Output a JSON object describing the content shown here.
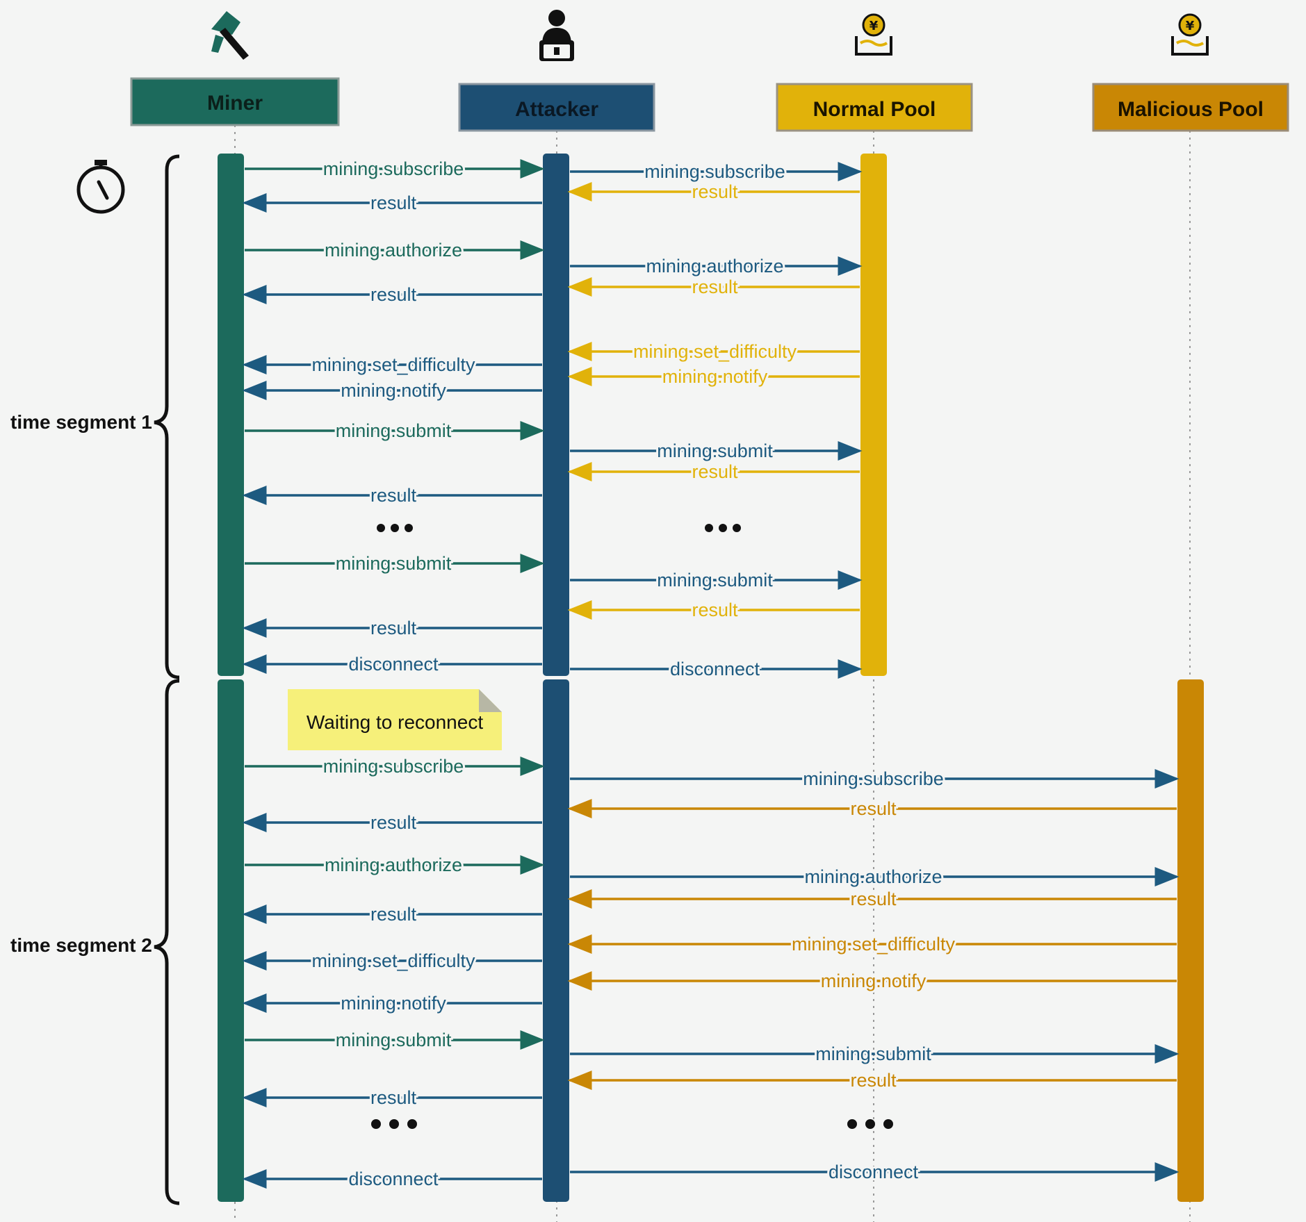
{
  "participants": [
    {
      "id": "miner",
      "label": "Miner",
      "fill": "#1c6a5c",
      "text_color": "#0b1f1a",
      "icon": "pickaxe-icon"
    },
    {
      "id": "attacker",
      "label": "Attacker",
      "fill": "#1d4f73",
      "text_color": "#0a1824",
      "icon": "hacker-laptop-icon"
    },
    {
      "id": "normal",
      "label": "Normal Pool",
      "fill": "#e1b20a",
      "text_color": "#1a1400",
      "icon": "yuan-pool-icon"
    },
    {
      "id": "malicious",
      "label": "Malicious Pool",
      "fill": "#c98705",
      "text_color": "#1a1200",
      "icon": "yuan-pool-icon"
    }
  ],
  "segments": [
    {
      "label": "time segment 1"
    },
    {
      "label": "time segment 2"
    }
  ],
  "note": {
    "text": "Waiting to reconnect"
  },
  "colors": {
    "miner": "#1c6a5c",
    "attacker": "#1d5a80",
    "normal": "#e1b20a",
    "malicious": "#c98705"
  },
  "messages": [
    {
      "label": "mining.subscribe",
      "from": "miner",
      "to": "attacker"
    },
    {
      "label": "mining.subscribe",
      "from": "attacker",
      "to": "normal"
    },
    {
      "label": "result",
      "from": "normal",
      "to": "attacker"
    },
    {
      "label": "result",
      "from": "attacker",
      "to": "miner"
    },
    {
      "label": "mining.authorize",
      "from": "miner",
      "to": "attacker"
    },
    {
      "label": "mining.authorize",
      "from": "attacker",
      "to": "normal"
    },
    {
      "label": "result",
      "from": "normal",
      "to": "attacker"
    },
    {
      "label": "result",
      "from": "attacker",
      "to": "miner"
    },
    {
      "label": "mining.set_difficulty",
      "from": "normal",
      "to": "attacker"
    },
    {
      "label": "mining.set_difficulty",
      "from": "attacker",
      "to": "miner"
    },
    {
      "label": "mining.notify",
      "from": "normal",
      "to": "attacker"
    },
    {
      "label": "mining.notify",
      "from": "attacker",
      "to": "miner"
    },
    {
      "label": "mining.submit",
      "from": "miner",
      "to": "attacker"
    },
    {
      "label": "mining.submit",
      "from": "attacker",
      "to": "normal"
    },
    {
      "label": "result",
      "from": "normal",
      "to": "attacker"
    },
    {
      "label": "result",
      "from": "attacker",
      "to": "miner"
    },
    {
      "label": "mining.submit",
      "from": "miner",
      "to": "attacker"
    },
    {
      "label": "mining.submit",
      "from": "attacker",
      "to": "normal"
    },
    {
      "label": "result",
      "from": "normal",
      "to": "attacker"
    },
    {
      "label": "result",
      "from": "attacker",
      "to": "miner"
    },
    {
      "label": "disconnect",
      "from": "attacker",
      "to": "miner"
    },
    {
      "label": "disconnect",
      "from": "attacker",
      "to": "normal"
    },
    {
      "label": "mining.subscribe",
      "from": "miner",
      "to": "attacker"
    },
    {
      "label": "mining.subscribe",
      "from": "attacker",
      "to": "malicious"
    },
    {
      "label": "result",
      "from": "malicious",
      "to": "attacker"
    },
    {
      "label": "result",
      "from": "attacker",
      "to": "miner"
    },
    {
      "label": "mining.authorize",
      "from": "miner",
      "to": "attacker"
    },
    {
      "label": "mining.authorize",
      "from": "attacker",
      "to": "malicious"
    },
    {
      "label": "result",
      "from": "malicious",
      "to": "attacker"
    },
    {
      "label": "result",
      "from": "attacker",
      "to": "miner"
    },
    {
      "label": "mining.set_difficulty",
      "from": "malicious",
      "to": "attacker"
    },
    {
      "label": "mining.set_difficulty",
      "from": "attacker",
      "to": "miner"
    },
    {
      "label": "mining.notify",
      "from": "malicious",
      "to": "attacker"
    },
    {
      "label": "mining.notify",
      "from": "attacker",
      "to": "miner"
    },
    {
      "label": "mining.submit",
      "from": "miner",
      "to": "attacker"
    },
    {
      "label": "mining.submit",
      "from": "attacker",
      "to": "malicious"
    },
    {
      "label": "result",
      "from": "malicious",
      "to": "attacker"
    },
    {
      "label": "result",
      "from": "attacker",
      "to": "miner"
    },
    {
      "label": "disconnect",
      "from": "attacker",
      "to": "miner"
    },
    {
      "label": "disconnect",
      "from": "attacker",
      "to": "malicious"
    }
  ]
}
